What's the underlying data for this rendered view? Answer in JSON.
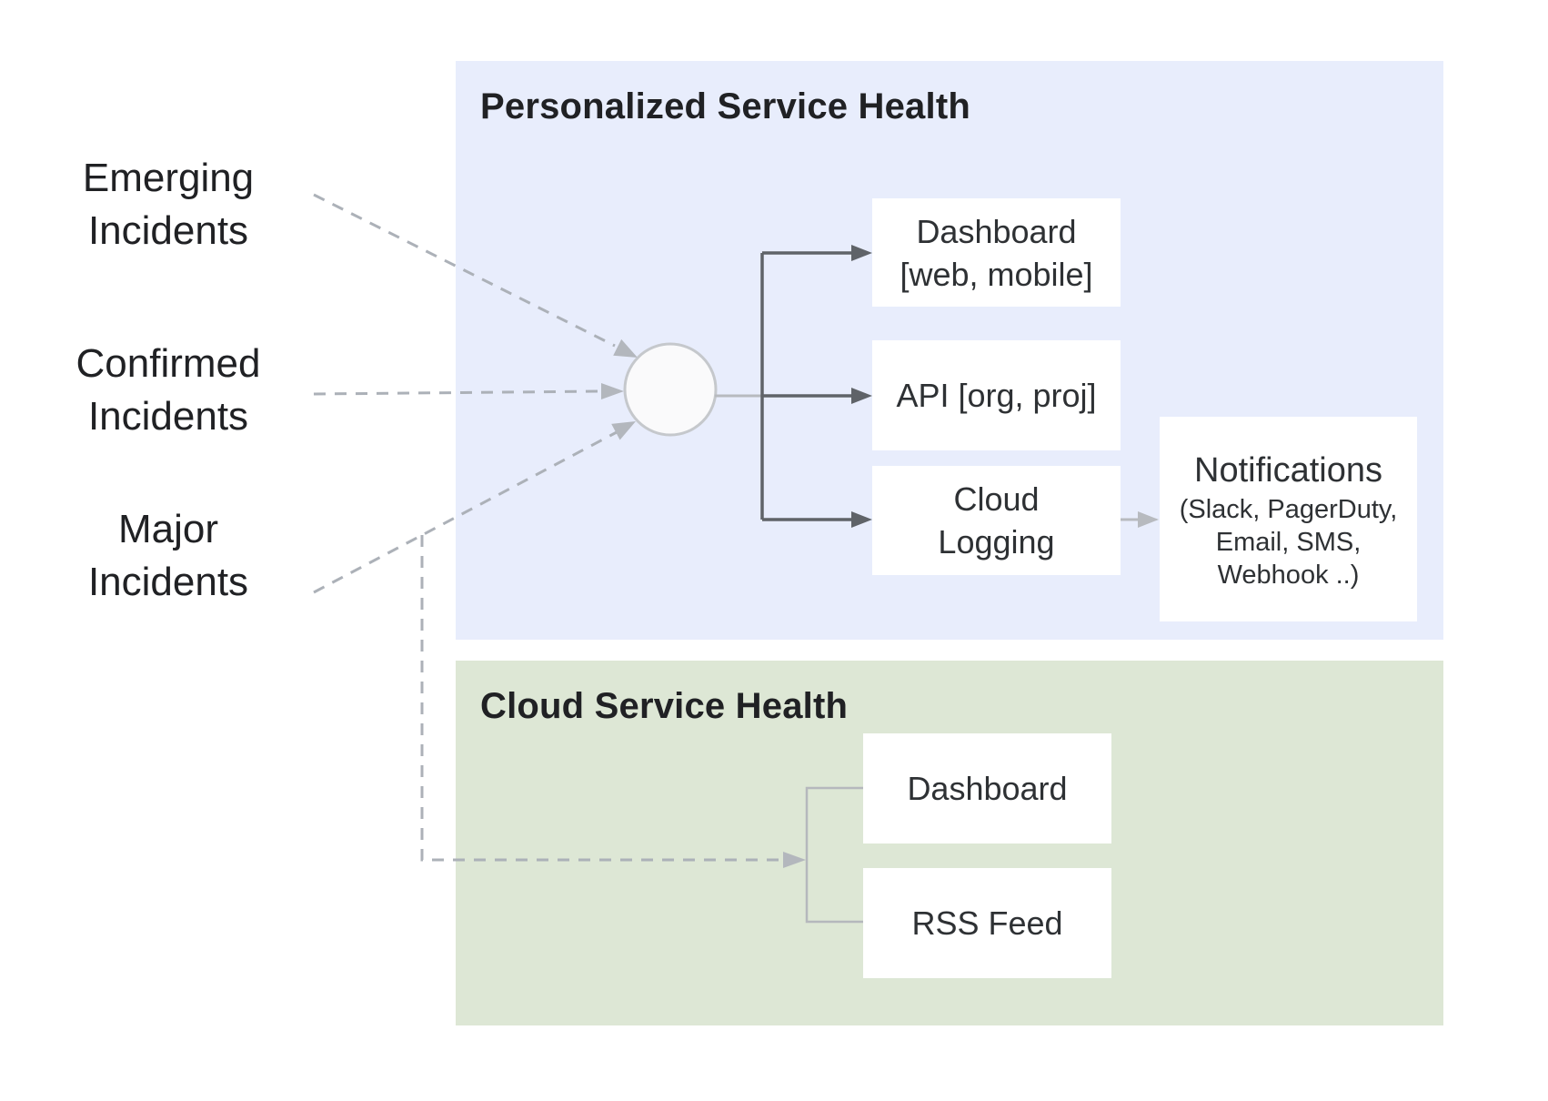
{
  "incident_sources": [
    {
      "id": "emerging",
      "line1": "Emerging",
      "line2": "Incidents"
    },
    {
      "id": "confirmed",
      "line1": "Confirmed",
      "line2": "Incidents"
    },
    {
      "id": "major",
      "line1": "Major",
      "line2": "Incidents"
    }
  ],
  "personalized": {
    "title": "Personalized Service Health",
    "nodes": {
      "dashboard": {
        "line1": "Dashboard",
        "line2": "[web, mobile]"
      },
      "api": {
        "line1": "API [org, proj]"
      },
      "cloud_logging": {
        "line1": "Cloud",
        "line2": "Logging"
      },
      "notifications": {
        "title": "Notifications",
        "details": [
          "(Slack, PagerDuty,",
          "Email, SMS,",
          "Webhook ..)"
        ]
      }
    }
  },
  "cloud": {
    "title": "Cloud Service Health",
    "nodes": {
      "dashboard": {
        "label": "Dashboard"
      },
      "rss_feed": {
        "label": "RSS Feed"
      }
    }
  },
  "colors": {
    "personalized_panel": "#E8EDFC",
    "cloud_panel": "#DDE7D5",
    "node_box": "#FFFFFF",
    "dark_connector": "#5F6368",
    "light_connector": "#B7BABF",
    "dashed_connector": "#ACB1B8",
    "hub_fill": "#FAFAFB",
    "hub_border": "#C5C8CC",
    "title_text": "#202124",
    "body_text": "#2E3134"
  }
}
